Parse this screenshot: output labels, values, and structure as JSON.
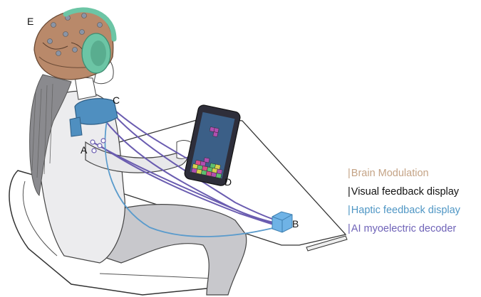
{
  "labels": {
    "a": "A",
    "b": "B",
    "c": "C",
    "d": "D",
    "e": "E"
  },
  "legend": [
    {
      "text": "Brain Modulation",
      "color": "#c4a386"
    },
    {
      "text": "Visual feedback display",
      "color": "#111111"
    },
    {
      "text": "Haptic feedback display",
      "color": "#4f96c4"
    },
    {
      "text": "AI myoelectric decoder",
      "color": "#6f63b8"
    }
  ],
  "colors": {
    "headgear": "#b9896a",
    "headphones": "#6cc5a5",
    "haptic_device": "#4f8fc0",
    "wires": "#6a5cb0",
    "haptic_wire": "#5a9bcc",
    "decoder_box": "#6fb3e6",
    "tablet_body": "#2e2e3a",
    "tablet_screen": "#3b5f87"
  },
  "icons": {
    "headset": "eeg-cap-illustration",
    "person": "seated-person-illustration",
    "tablet": "tablet-tetris-icon",
    "chair": "chair-illustration",
    "table": "table-illustration"
  }
}
